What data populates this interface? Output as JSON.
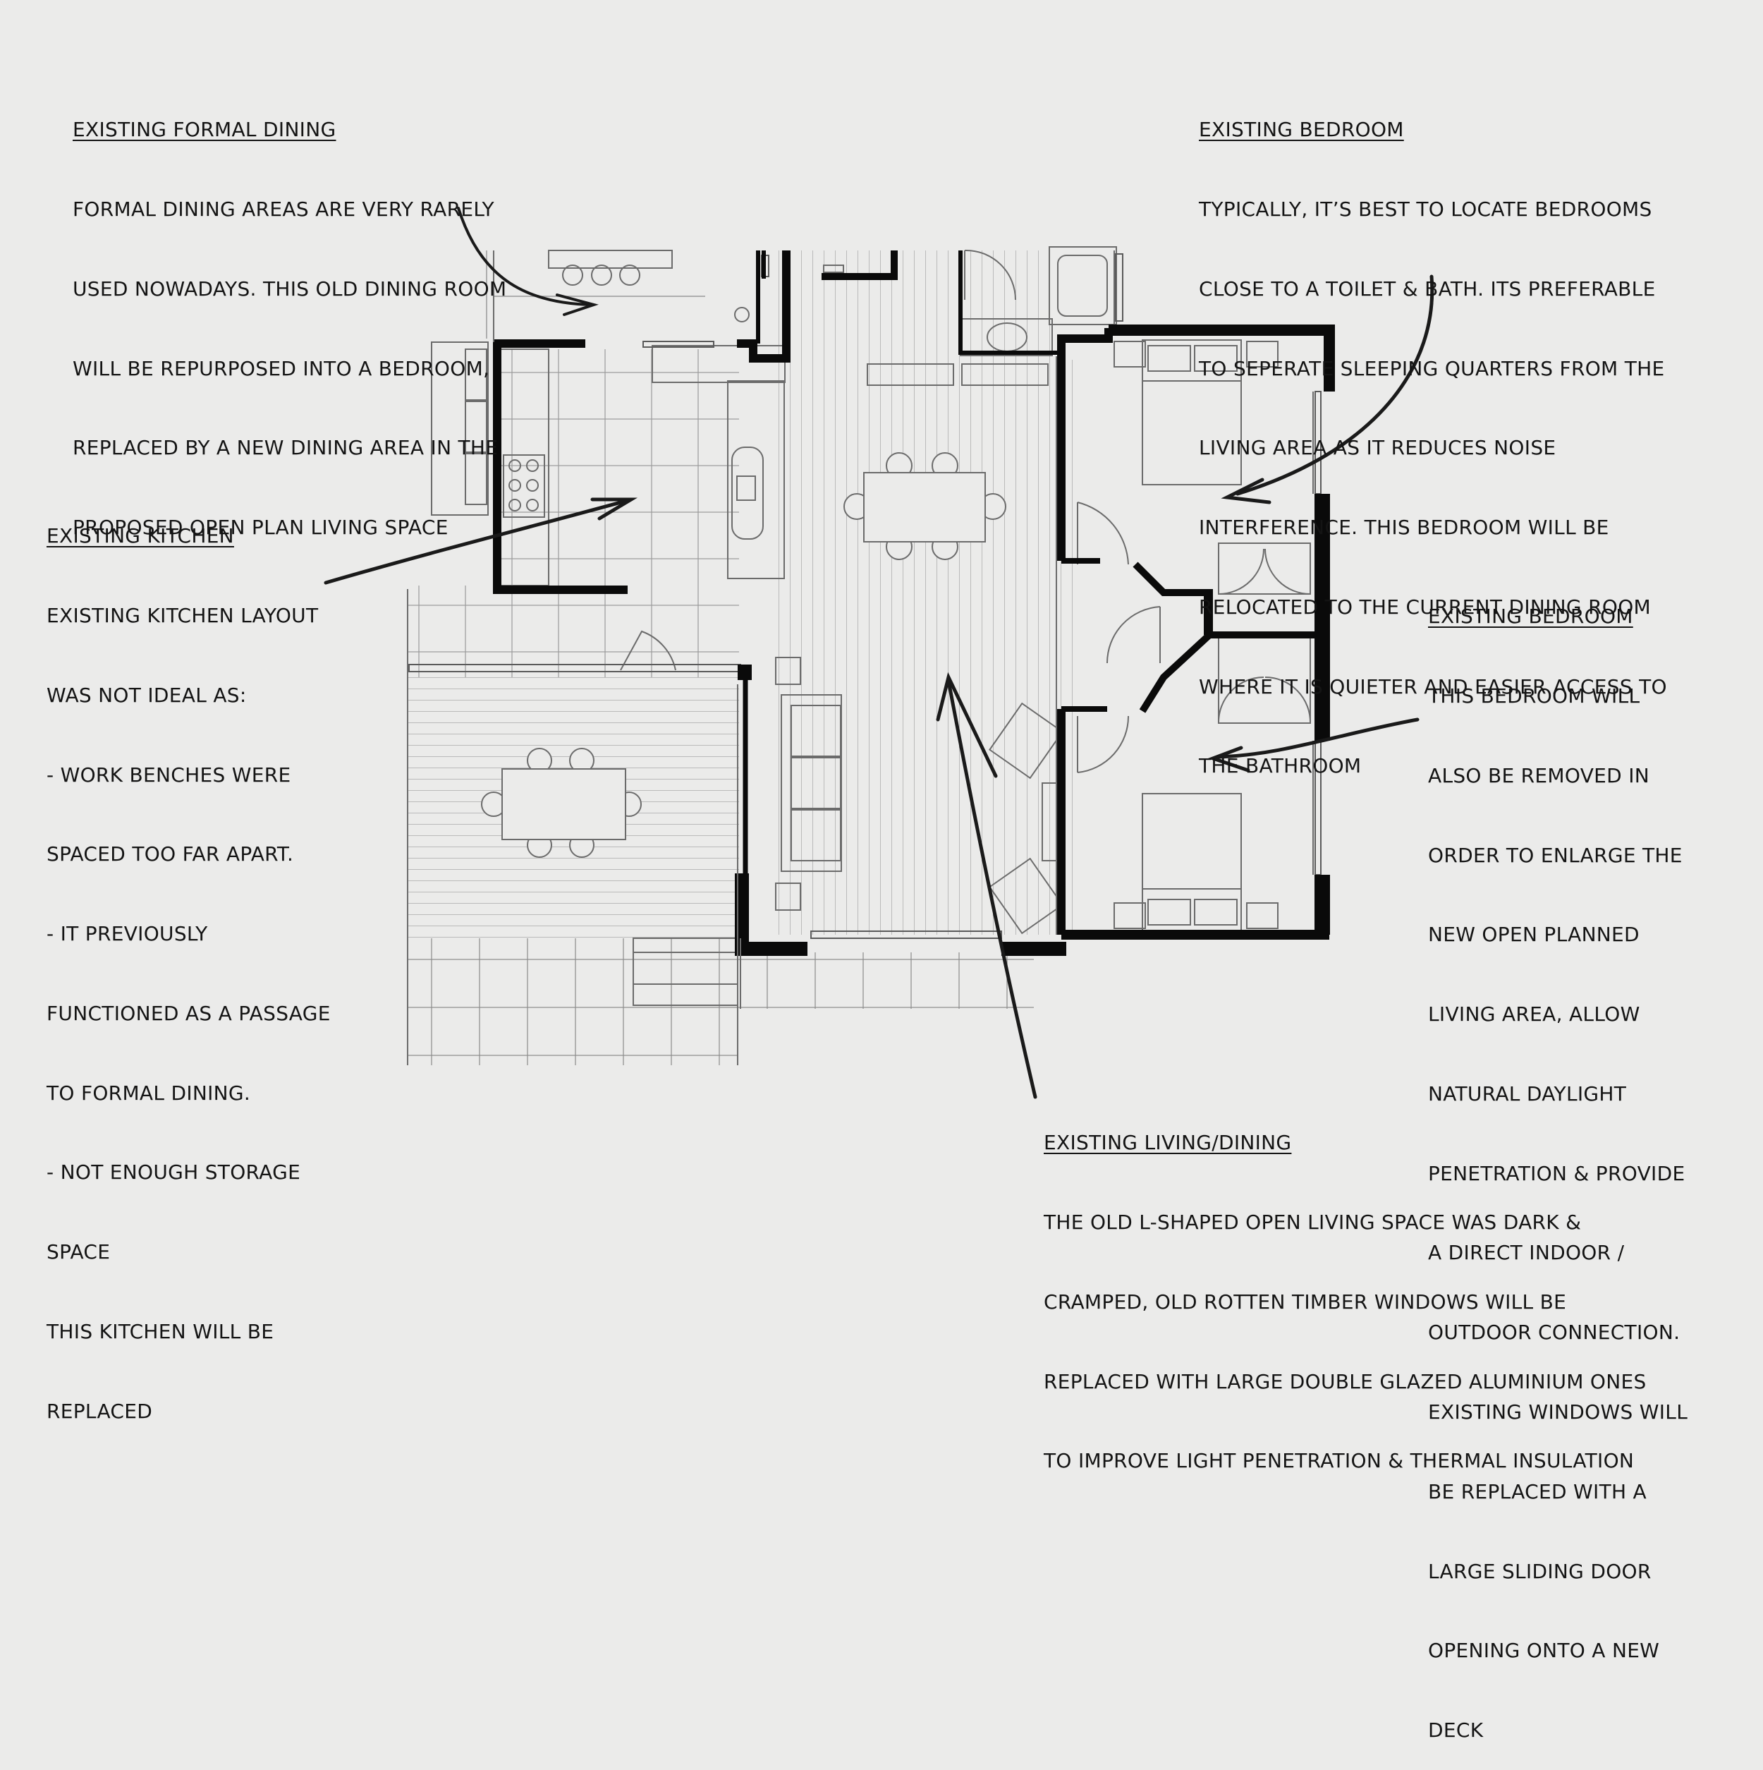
{
  "annotations": [
    {
      "id": "formal-dining",
      "heading": "EXISTING FORMAL DINING",
      "lines": [
        "FORMAL DINING AREAS ARE VERY RARELY",
        "USED NOWADAYS. THIS OLD DINING ROOM",
        "WILL BE REPURPOSED INTO A BEDROOM,",
        "REPLACED BY A NEW DINING AREA IN THE",
        "PROPOSED OPEN PLAN LIVING SPACE"
      ]
    },
    {
      "id": "bedroom-top",
      "heading": "EXISTING BEDROOM",
      "lines": [
        "TYPICALLY, IT’S BEST TO LOCATE BEDROOMS",
        "CLOSE TO A TOILET & BATH. ITS PREFERABLE",
        "TO SEPERATE SLEEPING QUARTERS FROM THE",
        "LIVING AREA AS IT REDUCES NOISE",
        "INTERFERENCE. THIS BEDROOM WILL BE",
        "RELOCATED TO THE CURRENT DINING ROOM",
        "WHERE IT IS QUIETER AND EASIER ACCESS TO",
        "THE BATHROOM"
      ]
    },
    {
      "id": "kitchen",
      "heading": "EXISTING KITCHEN",
      "lines": [
        "EXISTING KITCHEN LAYOUT",
        "WAS NOT IDEAL AS:",
        "- WORK BENCHES WERE",
        "SPACED TOO FAR APART.",
        "- IT PREVIOUSLY",
        "FUNCTIONED AS A PASSAGE",
        "TO FORMAL DINING.",
        "- NOT ENOUGH STORAGE",
        "SPACE",
        "THIS KITCHEN WILL BE",
        "REPLACED"
      ]
    },
    {
      "id": "bedroom-right",
      "heading": "EXISTING BEDROOM",
      "lines": [
        "THIS BEDROOM WILL",
        "ALSO BE REMOVED IN",
        "ORDER TO ENLARGE THE",
        "NEW OPEN PLANNED",
        "LIVING AREA, ALLOW",
        "NATURAL DAYLIGHT",
        "PENETRATION & PROVIDE",
        "A DIRECT INDOOR /",
        "OUTDOOR CONNECTION.",
        "EXISTING WINDOWS WILL",
        "BE REPLACED WITH A",
        "LARGE SLIDING DOOR",
        "OPENING ONTO A NEW",
        "DECK"
      ]
    },
    {
      "id": "living-dining",
      "heading": "EXISTING LIVING/DINING",
      "lines": [
        "THE OLD L-SHAPED OPEN LIVING SPACE WAS DARK &",
        "CRAMPED, OLD ROTTEN TIMBER WINDOWS WILL BE",
        "REPLACED WITH LARGE DOUBLE GLAZED ALUMINIUM ONES",
        "TO IMPROVE LIGHT PENETRATION & THERMAL INSULATION"
      ]
    }
  ],
  "colors": {
    "background": "#ebebea",
    "wall": "#0a0a0a",
    "linework": "#6b6b6b",
    "text": "#141414"
  }
}
